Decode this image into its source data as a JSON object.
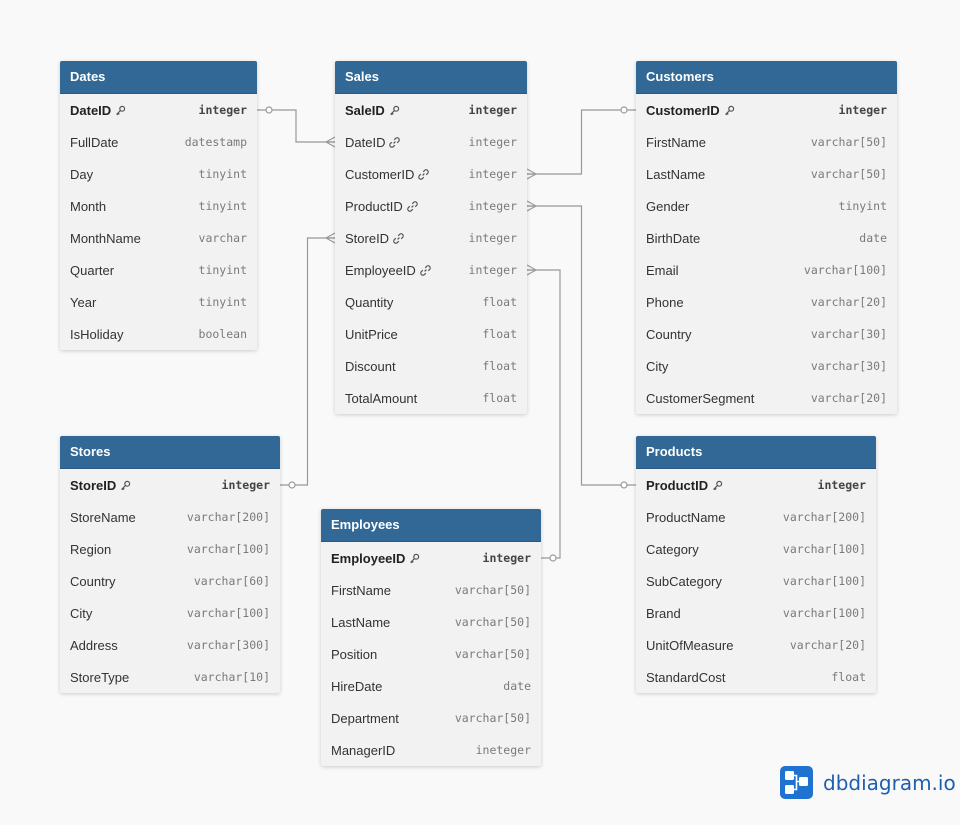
{
  "tables": [
    {
      "key": "dates",
      "name": "Dates",
      "fields": [
        {
          "name": "DateID",
          "type": "integer",
          "pk": true
        },
        {
          "name": "FullDate",
          "type": "datestamp"
        },
        {
          "name": "Day",
          "type": "tinyint"
        },
        {
          "name": "Month",
          "type": "tinyint"
        },
        {
          "name": "MonthName",
          "type": "varchar"
        },
        {
          "name": "Quarter",
          "type": "tinyint"
        },
        {
          "name": "Year",
          "type": "tinyint"
        },
        {
          "name": "IsHoliday",
          "type": "boolean"
        }
      ]
    },
    {
      "key": "sales",
      "name": "Sales",
      "fields": [
        {
          "name": "SaleID",
          "type": "integer",
          "pk": true
        },
        {
          "name": "DateID",
          "type": "integer",
          "fk": true
        },
        {
          "name": "CustomerID",
          "type": "integer",
          "fk": true
        },
        {
          "name": "ProductID",
          "type": "integer",
          "fk": true
        },
        {
          "name": "StoreID",
          "type": "integer",
          "fk": true
        },
        {
          "name": "EmployeeID",
          "type": "integer",
          "fk": true
        },
        {
          "name": "Quantity",
          "type": "float"
        },
        {
          "name": "UnitPrice",
          "type": "float"
        },
        {
          "name": "Discount",
          "type": "float"
        },
        {
          "name": "TotalAmount",
          "type": "float"
        }
      ]
    },
    {
      "key": "customers",
      "name": "Customers",
      "fields": [
        {
          "name": "CustomerID",
          "type": "integer",
          "pk": true
        },
        {
          "name": "FirstName",
          "type": "varchar[50]"
        },
        {
          "name": "LastName",
          "type": "varchar[50]"
        },
        {
          "name": "Gender",
          "type": "tinyint"
        },
        {
          "name": "BirthDate",
          "type": "date"
        },
        {
          "name": "Email",
          "type": "varchar[100]"
        },
        {
          "name": "Phone",
          "type": "varchar[20]"
        },
        {
          "name": "Country",
          "type": "varchar[30]"
        },
        {
          "name": "City",
          "type": "varchar[30]"
        },
        {
          "name": "CustomerSegment",
          "type": "varchar[20]"
        }
      ]
    },
    {
      "key": "stores",
      "name": "Stores",
      "fields": [
        {
          "name": "StoreID",
          "type": "integer",
          "pk": true
        },
        {
          "name": "StoreName",
          "type": "varchar[200]"
        },
        {
          "name": "Region",
          "type": "varchar[100]"
        },
        {
          "name": "Country",
          "type": "varchar[60]"
        },
        {
          "name": "City",
          "type": "varchar[100]"
        },
        {
          "name": "Address",
          "type": "varchar[300]"
        },
        {
          "name": "StoreType",
          "type": "varchar[10]"
        }
      ]
    },
    {
      "key": "employees",
      "name": "Employees",
      "fields": [
        {
          "name": "EmployeeID",
          "type": "integer",
          "pk": true
        },
        {
          "name": "FirstName",
          "type": "varchar[50]"
        },
        {
          "name": "LastName",
          "type": "varchar[50]"
        },
        {
          "name": "Position",
          "type": "varchar[50]"
        },
        {
          "name": "HireDate",
          "type": "date"
        },
        {
          "name": "Department",
          "type": "varchar[50]"
        },
        {
          "name": "ManagerID",
          "type": "ineteger"
        }
      ]
    },
    {
      "key": "products",
      "name": "Products",
      "fields": [
        {
          "name": "ProductID",
          "type": "integer",
          "pk": true
        },
        {
          "name": "ProductName",
          "type": "varchar[200]"
        },
        {
          "name": "Category",
          "type": "varchar[100]"
        },
        {
          "name": "SubCategory",
          "type": "varchar[100]"
        },
        {
          "name": "Brand",
          "type": "varchar[100]"
        },
        {
          "name": "UnitOfMeasure",
          "type": "varchar[20]"
        },
        {
          "name": "StandardCost",
          "type": "float"
        }
      ]
    }
  ],
  "relationships": [
    {
      "from": "Dates.DateID",
      "to": "Sales.DateID",
      "cardinality": "one-to-many"
    },
    {
      "from": "Customers.CustomerID",
      "to": "Sales.CustomerID",
      "cardinality": "one-to-many"
    },
    {
      "from": "Products.ProductID",
      "to": "Sales.ProductID",
      "cardinality": "one-to-many"
    },
    {
      "from": "Stores.StoreID",
      "to": "Sales.StoreID",
      "cardinality": "one-to-many"
    },
    {
      "from": "Employees.EmployeeID",
      "to": "Sales.EmployeeID",
      "cardinality": "one-to-many"
    }
  ],
  "icons": {
    "primary_key": "key-icon",
    "foreign_key": "link-icon",
    "logo": "dbdiagram-logo-icon"
  },
  "colors": {
    "header": "#316896",
    "body": "#f2f2f2",
    "connector": "#999999",
    "logo": "#1f72d0"
  },
  "branding": {
    "logo_text": "dbdiagram.io"
  }
}
